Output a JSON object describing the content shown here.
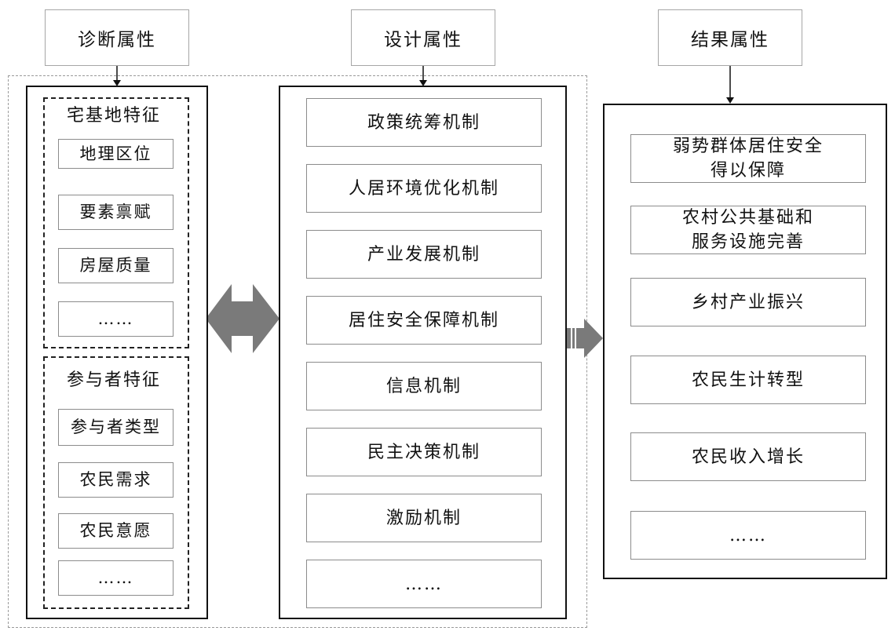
{
  "headers": {
    "diagnosis": "诊断属性",
    "design": "设计属性",
    "result": "结果属性"
  },
  "diagnosis": {
    "homestead": {
      "title": "宅基地特征",
      "items": [
        "地理区位",
        "要素禀赋",
        "房屋质量",
        "……"
      ]
    },
    "participants": {
      "title": "参与者特征",
      "items": [
        "参与者类型",
        "农民需求",
        "农民意愿",
        "……"
      ]
    }
  },
  "design": {
    "items": [
      "政策统筹机制",
      "人居环境优化机制",
      "产业发展机制",
      "居住安全保障机制",
      "信息机制",
      "民主决策机制",
      "激励机制",
      "……"
    ]
  },
  "result": {
    "items": [
      {
        "line1": "弱势群体居住安全",
        "line2": "得以保障"
      },
      {
        "line1": "农村公共基础和",
        "line2": "服务设施完善"
      },
      {
        "line1": "乡村产业振兴",
        "line2": ""
      },
      {
        "line1": "农民生计转型",
        "line2": ""
      },
      {
        "line1": "农民收入增长",
        "line2": ""
      },
      {
        "line1": "……",
        "line2": ""
      }
    ]
  },
  "colors": {
    "arrow_fill": "#7a7a7a",
    "box_border": "#8c8c8c",
    "header_border": "#a6a6a6",
    "outer_dash": "#9a9a9a"
  }
}
